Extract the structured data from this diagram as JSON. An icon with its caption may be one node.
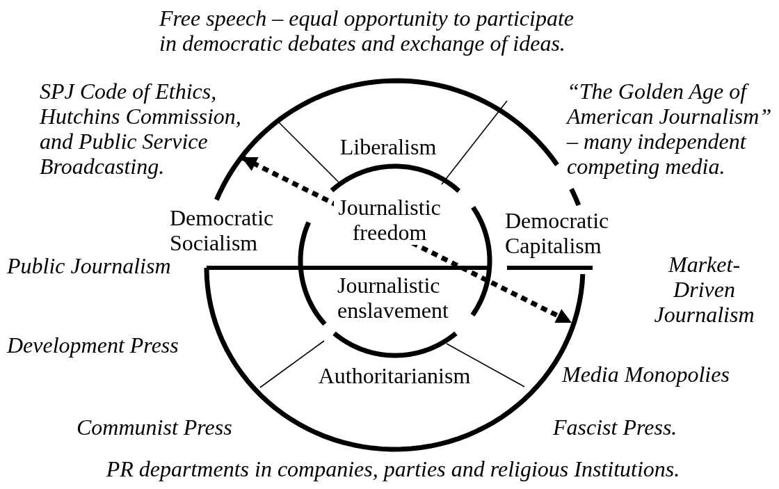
{
  "diagram": {
    "nodes": [
      {
        "text": [
          "Liberalism",
          "Democratic Socialism",
          "Democratic Capitalism",
          "Authoritarianism"
        ]
      },
      {
        "text": [
          "Journalistic freedom",
          "Journalistic enslavement"
        ],
        "in": 0
      }
    ],
    "labels": [
      "Free speech – equal opportunity to participate in democratic debates and exchange of ideas.",
      "SPJ Code of Ethics, Hutchins Commission, and Public Service Broadcasting.",
      "“The Golden Age of American Journalism” – many independent competing media.",
      "Public Journalism",
      "Market-Driven Journalism",
      "Development Press",
      "Media Monopolies",
      "Communist Press",
      "Fascist Press.",
      "PR departments in companies, parties and religious Institutions."
    ]
  }
}
